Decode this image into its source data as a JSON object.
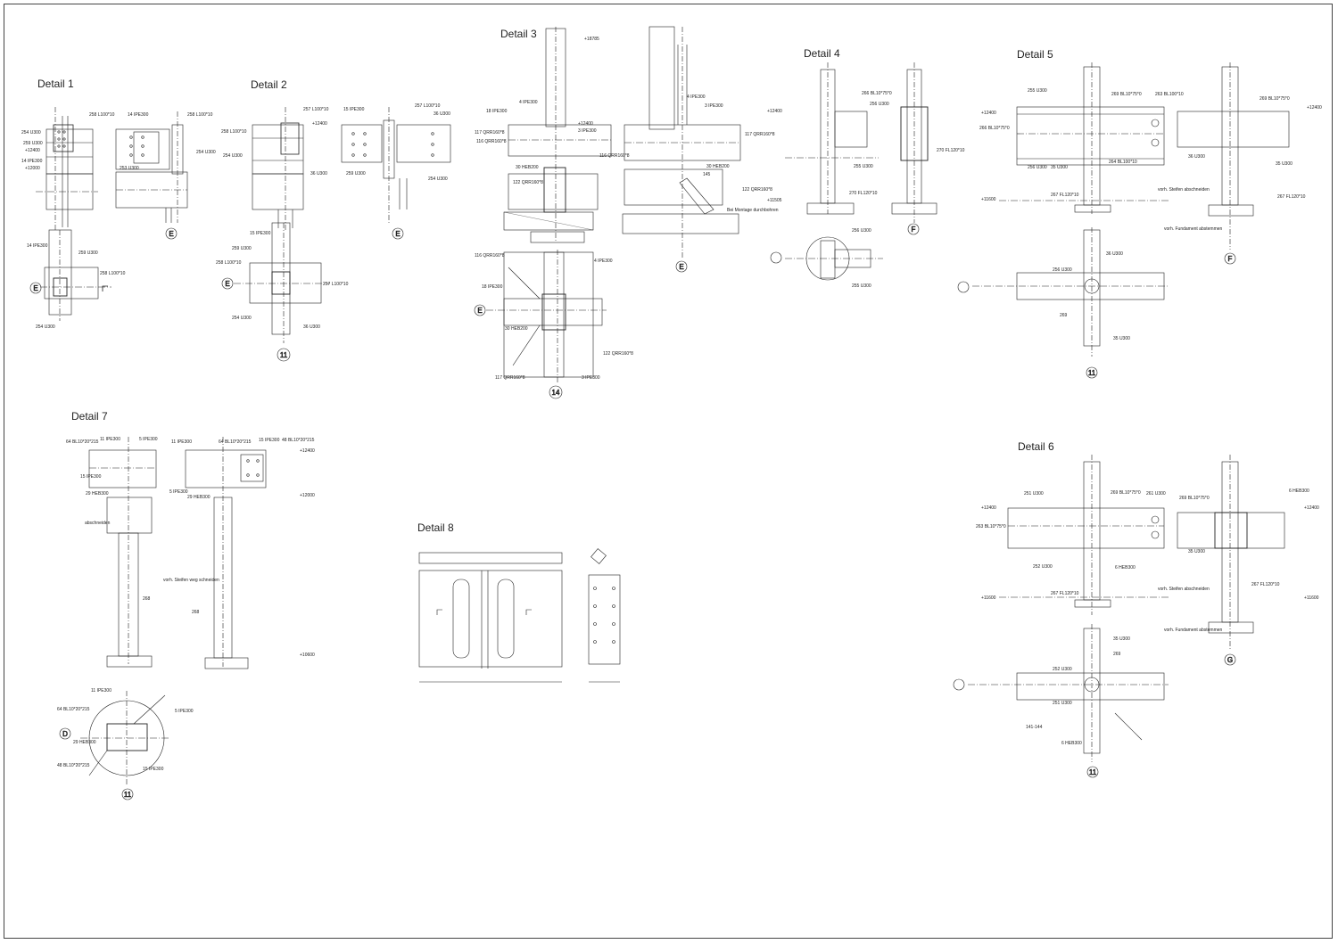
{
  "details": [
    {
      "id": "d1",
      "title": "Detail 1"
    },
    {
      "id": "d2",
      "title": "Detail 2"
    },
    {
      "id": "d3",
      "title": "Detail 3"
    },
    {
      "id": "d4",
      "title": "Detail 4"
    },
    {
      "id": "d5",
      "title": "Detail 5"
    },
    {
      "id": "d6",
      "title": "Detail 6"
    },
    {
      "id": "d7",
      "title": "Detail 7"
    },
    {
      "id": "d8",
      "title": "Detail 8"
    }
  ],
  "axis_labels": {
    "d1_e1": "E",
    "d1_e2": "E",
    "d2_e1": "E",
    "d2_e2": "E",
    "d2_11": "11",
    "d3_e1": "E",
    "d3_e2": "E",
    "d3_14": "14",
    "d4_f": "F",
    "d5_f": "F",
    "d5_11": "11",
    "d6_g": "G",
    "d6_11": "11",
    "d7_d": "D",
    "d7_11": "11"
  },
  "part_labels": {
    "d1_258a": "258 L100*10",
    "d1_14a": "14 IPE300",
    "d1_258b": "258 L100*10",
    "d1_254a": "254 U300",
    "d1_259": "259 U300",
    "d1_14b": "14 IPE300",
    "d1_253": "253 U300",
    "d1_254b": "254 U300",
    "d1_14c": "14 IPE300",
    "d1_259b": "259 U300",
    "d1_258c": "258 L100*10",
    "d1_254c": "254 U300",
    "d2_257": "257 L100*10",
    "d2_258": "258 L100*10",
    "d2_254": "254 U300",
    "d2_36": "36 U300",
    "d2_15": "15 IPE300",
    "d2_257b": "257 L100*10",
    "d2_36b": "36 U300",
    "d2_259": "259 U300",
    "d2_254b": "254 U300",
    "d2_36c": "36 U300",
    "d2_15b": "15 IPE300",
    "d2_259b": "259 U300",
    "d2_258b": "258 L100*10",
    "d2_257c": "257 L100*10",
    "d2_254c": "254 U300",
    "d3_18": "18 IPE300",
    "d3_117": "117 QRR160*8",
    "d3_116": "116 QRR160*8",
    "d3_4": "4 IPE300",
    "d3_3": "3 IPE300",
    "d3_30": "30 HEB200",
    "d3_122": "122 QRR160*8",
    "d3_116b": "116 QRR160*8",
    "d3_117b": "117 QRR160*8",
    "d3_4b": "4 IPE300",
    "d3_3b": "3 IPE300",
    "d3_30b": "30 HEB200",
    "d3_145": "145",
    "d3_122b": "122 QRR160*8",
    "d3_116c": "116 QRR160*8",
    "d3_18b": "18 IPE300",
    "d3_30c": "30 HEB200",
    "d3_4c": "4 IPE300",
    "d3_122c": "122 QRR160*8",
    "d3_117c": "117 QRR160*8",
    "d3_3c": "3 IPE300",
    "d3_note": "Bei Montage durchbohren",
    "d4_266": "266 BL10*75*0",
    "d4_256": "256 U300",
    "d4_255": "255 U300",
    "d4_270": "270 FL120*10",
    "d4_270b": "270 FL120*10",
    "d4_256b": "256 U300",
    "d4_255b": "255 U300",
    "d5_255": "255 U300",
    "d5_269": "269 BL10*75*0",
    "d5_263": "263 BL100*10",
    "d5_266": "266 BL10*75*0",
    "d5_256": "256 U300",
    "d5_35": "35 U300",
    "d5_264": "264 BL100*10",
    "d5_267": "267 FL120*10",
    "d5_269b": "269 BL10*75*0",
    "d5_36": "36 U300",
    "d5_35b": "35 U300",
    "d5_267b": "267 FL120*10",
    "d5_36b": "36 U300",
    "d5_256b": "256 U300",
    "d5_269c": "269",
    "d5_35c": "35 U300",
    "d5_note1": "vorh. Steifen abschneiden",
    "d5_note2": "vorh. Fundament abstemmen",
    "d6_251": "251 U300",
    "d6_269": "269 BL10*75*0",
    "d6_261": "261 U300",
    "d6_263": "263 BL10*75*0",
    "d6_252": "252 U300",
    "d6_6": "6 HEB300",
    "d6_267": "267 FL120*10",
    "d6_269b": "269 BL10*75*0",
    "d6_6b": "6 HEB300",
    "d6_35": "35 U300",
    "d6_267b": "267 FL120*10",
    "d6_35b": "35 U300",
    "d6_269c": "269",
    "d6_252b": "252 U300",
    "d6_251b": "251 U300",
    "d6_141": "141-144",
    "d6_6c": "6 HEB300",
    "d6_note1": "vorh. Steifen abschneiden",
    "d6_note2": "vorh. Fundament abstemmen",
    "d7_64": "64 BL10*20*215",
    "d7_11": "11 IPE300",
    "d7_5": "5 IPE300",
    "d7_15": "15 IPE300",
    "d7_29": "29 HEB300",
    "d7_11b": "11 IPE300",
    "d7_64b": "64 BL10*20*215",
    "d7_15b": "15 IPE300",
    "d7_48": "48 BL10*20*215",
    "d7_5b": "5 IPE300",
    "d7_29b": "29 HEB300",
    "d7_268": "268",
    "d7_268b": "268",
    "d7_note": "vorh. Steifen weg schneiden",
    "d7_note2": "abschneiden",
    "d7_11c": "11 IPE300",
    "d7_5c": "5 IPE300",
    "d7_64c": "64 BL10*20*215",
    "d7_29c": "29 HEB300",
    "d7_48b": "48 BL10*20*215",
    "d7_15c": "15 IPE300"
  },
  "level_labels": {
    "d1_12400": "+12400",
    "d1_12000": "+12000",
    "d2_12400": "+12400",
    "d3_18785": "+18785",
    "d3_12400": "+12400",
    "d4_12400": "+12400",
    "d4_11505": "+11505",
    "d5_12400": "+12400",
    "d5_11600": "+11600",
    "d5_12400b": "+12400",
    "d6_12400": "+12400",
    "d6_11600": "+11600",
    "d6_12400b": "+12400",
    "d6_11600b": "+11600",
    "d7_12400": "+12400",
    "d7_12000": "+12000",
    "d7_10600": "+10600"
  }
}
